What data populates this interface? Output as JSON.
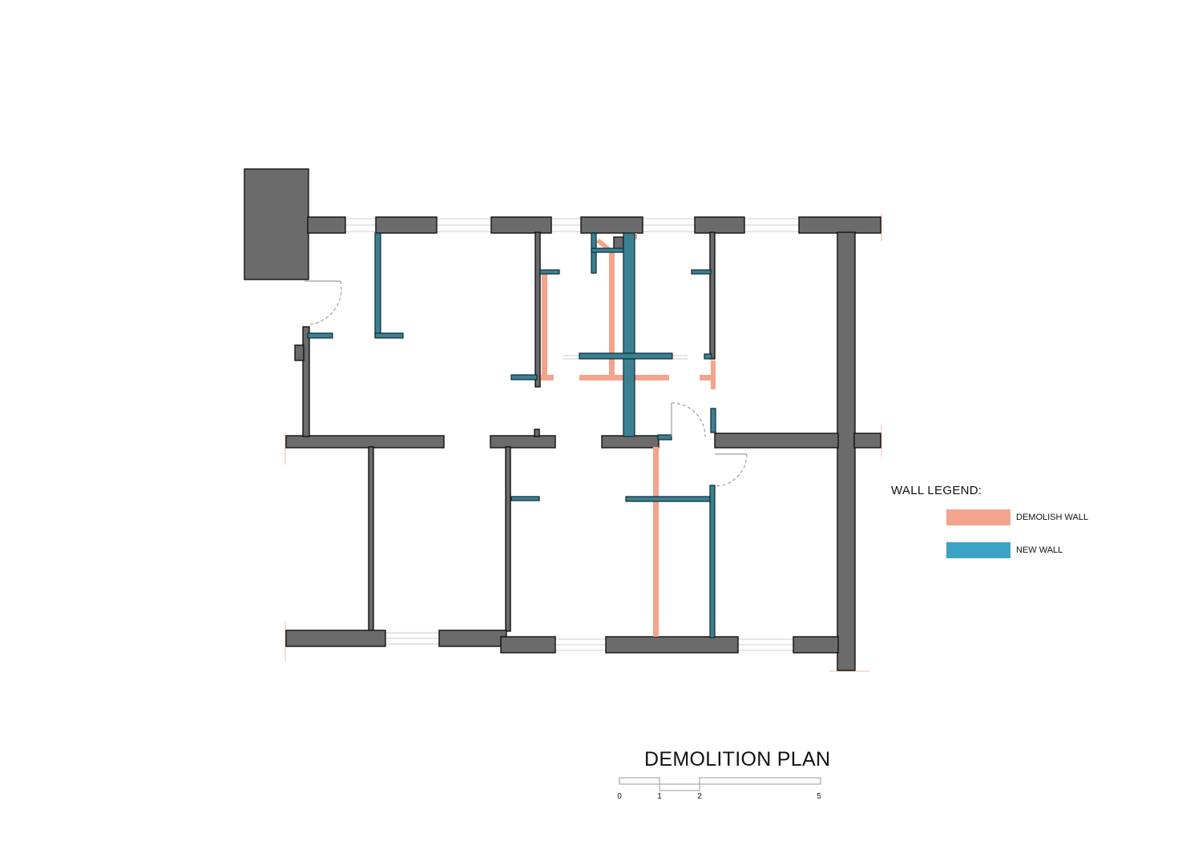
{
  "title": "DEMOLITION PLAN",
  "legend": {
    "title": "WALL LEGEND:",
    "items": [
      {
        "label": "DEMOLISH WALL",
        "color": "#f4a48c"
      },
      {
        "label": "NEW WALL",
        "color": "#3ba2c6"
      }
    ]
  },
  "scale_bar": {
    "ticks": [
      "0",
      "1",
      "2",
      "5"
    ]
  },
  "colors": {
    "existing_wall": "#6b6b6b",
    "demolish_wall": "#f4a48c",
    "new_wall": "#3c7f92"
  }
}
